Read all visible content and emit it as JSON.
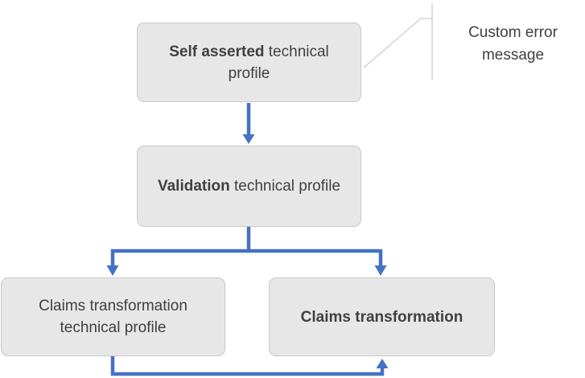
{
  "diagram": {
    "nodes": {
      "self_asserted": {
        "bold": "Self asserted",
        "rest": " technical profile"
      },
      "validation": {
        "bold": "Validation",
        "rest": " technical profile"
      },
      "claims_transformation_tp": {
        "bold": "",
        "rest": "Claims transformation technical profile"
      },
      "claims_transformation": {
        "bold": "Claims transformation",
        "rest": ""
      }
    },
    "annotation": {
      "text": "Custom error message"
    },
    "colors": {
      "arrow_blue": "#4472C4",
      "node_fill": "#E8E7E7",
      "node_border": "#C9C8C8",
      "text": "#404040",
      "callout_line": "#D6D4D4",
      "background": "#FFFFFF"
    }
  }
}
